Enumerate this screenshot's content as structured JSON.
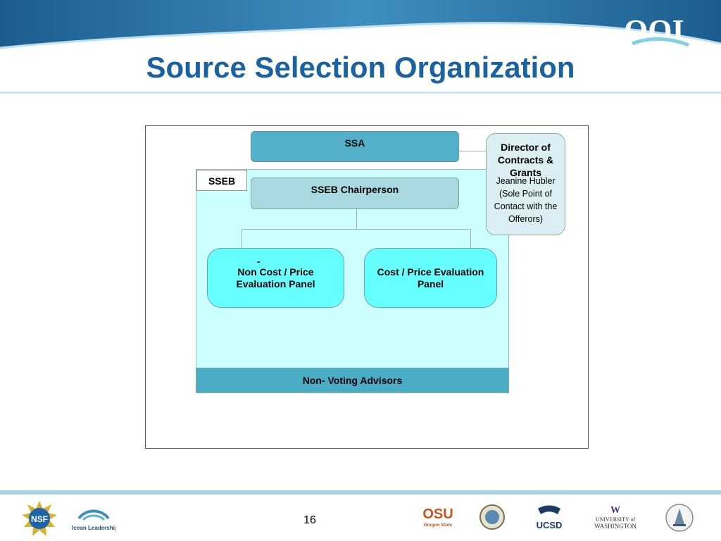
{
  "slide": {
    "title": "Source Selection Organization",
    "page_number": "16"
  },
  "diagram": {
    "ssa": "SSA",
    "sseb_label": "SSEB",
    "sseb_chair": "SSEB Chairperson",
    "panel_left": {
      "dash": "-",
      "line1": "Non Cost / Price",
      "line2": "Evaluation Panel"
    },
    "panel_right": {
      "line1": "Cost / Price Evaluation",
      "line2": "Panel"
    },
    "advisors": "Non- Voting Advisors",
    "director": {
      "title1": "Director of",
      "title2": "Contracts &",
      "title3": "Grants",
      "name": "Jeanine Hubler",
      "note1": "(Sole Point of",
      "note2": "Contact with the",
      "note3": "Offerors)"
    }
  },
  "logos": {
    "ooi": "OOI",
    "osu": "OSU",
    "osu_sub": "Oregon State",
    "ucsd": "UCSD",
    "uw_top": "UNIVERSITY of",
    "uw_bottom": "WASHINGTON",
    "ocean_leadership": "Ocean Leadership",
    "nsf": "NSF"
  },
  "colors": {
    "title": "#1a63a0",
    "ssa": "#4bacc6",
    "chair": "#a9d9e0",
    "panel": "#66ffff",
    "sseb_bg": "#ccffff"
  }
}
